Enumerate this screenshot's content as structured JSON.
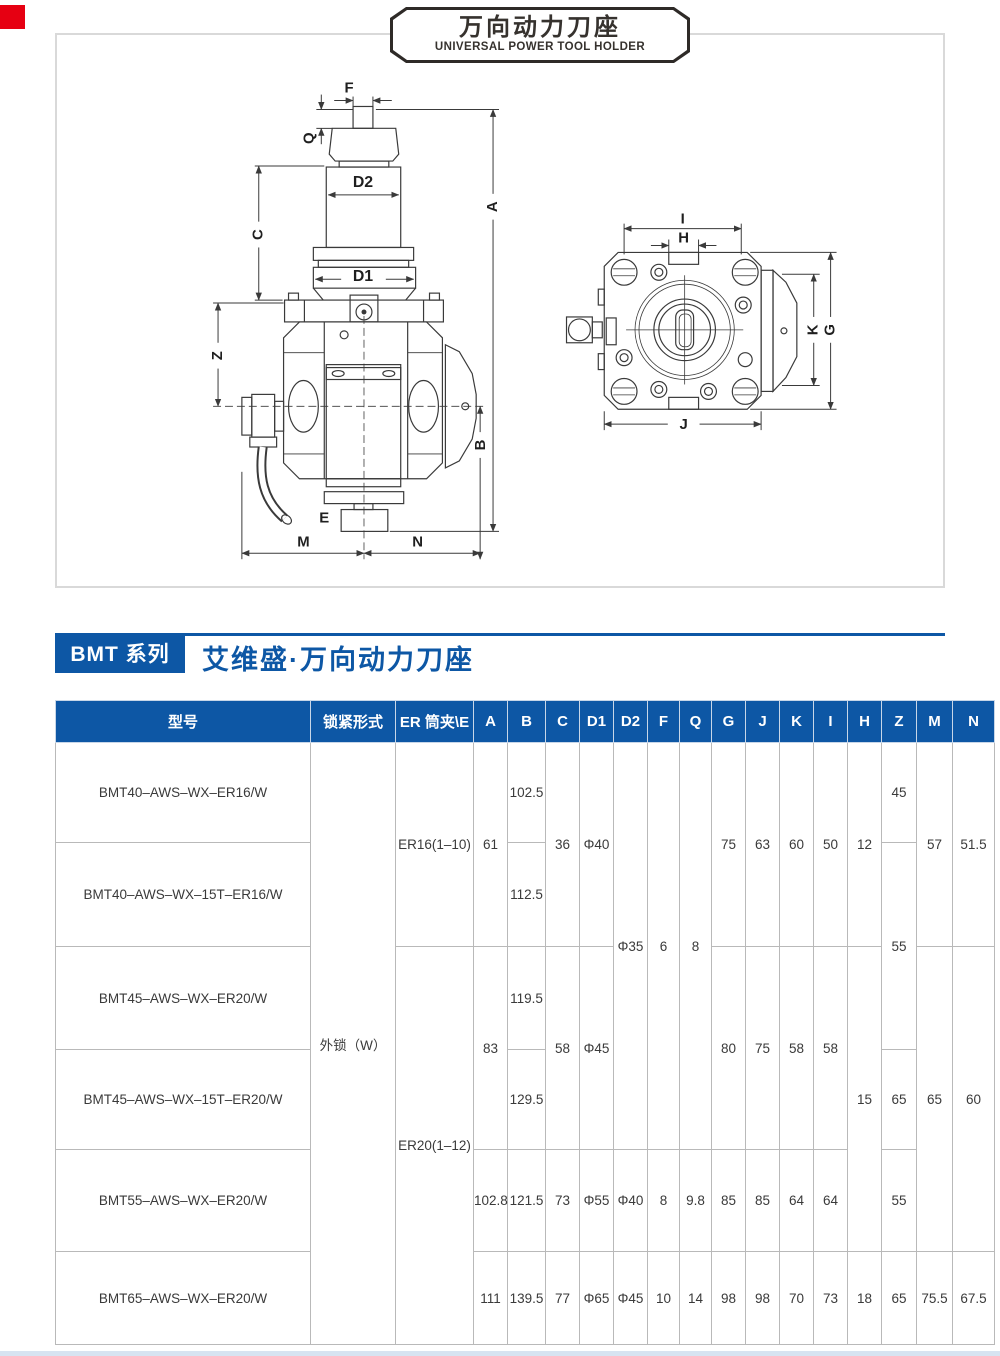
{
  "page": {
    "corner_mark_color": "#e60012",
    "accent_color": "#0d57a5",
    "bottom_strip_color": "#d7e3f1"
  },
  "header_badge": {
    "title_cn": "万向动力刀座",
    "title_en": "UNIVERSAL POWER TOOL HOLDER"
  },
  "drawing": {
    "labels": {
      "F": "F",
      "Q": "Q",
      "D2": "D2",
      "A": "A",
      "C": "C",
      "D1": "D1",
      "Z": "Z",
      "B": "B",
      "E": "E",
      "M": "M",
      "N": "N",
      "I": "I",
      "H": "H",
      "K": "K",
      "G": "G",
      "J": "J"
    }
  },
  "section": {
    "series_badge": "BMT 系列",
    "subtitle": "艾维盛·万向动力刀座"
  },
  "table": {
    "headers": [
      "型号",
      "锁紧形式",
      "ER 筒夹\\E",
      "A",
      "B",
      "C",
      "D1",
      "D2",
      "F",
      "Q",
      "G",
      "J",
      "K",
      "I",
      "H",
      "Z",
      "M",
      "N"
    ],
    "models": [
      "BMT40–AWS–WX–ER16/W",
      "BMT40–AWS–WX–15T–ER16/W",
      "BMT45–AWS–WX–ER20/W",
      "BMT45–AWS–WX–15T–ER20/W",
      "BMT55–AWS–WX–ER20/W",
      "BMT65–AWS–WX–ER20/W"
    ],
    "lock_type": "外锁（W）",
    "collet_er16": "ER16(1–10)",
    "collet_er20": "ER20(1–12)",
    "cells": {
      "A_12": "61",
      "A_34": "83",
      "A_5": "102.8",
      "A_6": "111",
      "B_1": "102.5",
      "B_2": "112.5",
      "B_3": "119.5",
      "B_4": "129.5",
      "B_5": "121.5",
      "B_6": "139.5",
      "C_12": "36",
      "C_34": "58",
      "C_5": "73",
      "C_6": "77",
      "D1_12": "Φ40",
      "D1_34": "Φ45",
      "D1_5": "Φ55",
      "D1_6": "Φ65",
      "D2_14": "Φ35",
      "D2_5": "Φ40",
      "D2_6": "Φ45",
      "F_14": "6",
      "F_5": "8",
      "F_6": "10",
      "Q_14": "8",
      "Q_5": "9.8",
      "Q_6": "14",
      "G_12": "75",
      "G_34": "80",
      "G_5": "85",
      "G_6": "98",
      "J_12": "63",
      "J_34": "75",
      "J_5": "85",
      "J_6": "98",
      "K_12": "60",
      "K_34": "58",
      "K_5": "64",
      "K_6": "70",
      "I_12": "50",
      "I_34": "58",
      "I_5": "64",
      "I_6": "73",
      "H_12": "12",
      "H_35": "15",
      "H_6": "18",
      "Z_1": "45",
      "Z_23": "55",
      "Z_4": "65",
      "Z_5": "55",
      "Z_6": "65",
      "M_12": "57",
      "M_35": "65",
      "M_6": "75.5",
      "N_12": "51.5",
      "N_35": "60",
      "N_6": "67.5"
    }
  }
}
